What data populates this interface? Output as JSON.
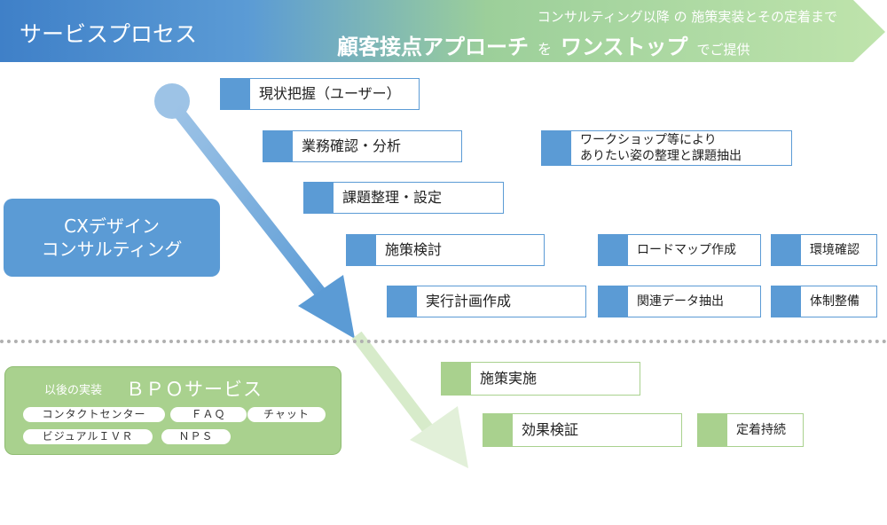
{
  "banner": {
    "title": "サービスプロセス",
    "tagline_line1": "コンサルティング以降 の 施策実装とその定着まで",
    "tagline_big1": "顧客接点アプローチ",
    "tagline_mid": "を",
    "tagline_big2": "ワンストップ",
    "tagline_small": "でご提供"
  },
  "consulting": {
    "label_line1": "CXデザイン",
    "label_line2": "コンサルティング",
    "steps": [
      "現状把握（ユーザー）",
      "業務確認・分析",
      "課題整理・設定",
      "施策検討",
      "実行計画作成"
    ],
    "workshop_line1": "ワークショップ等により",
    "workshop_line2": "ありたい姿の整理と課題抽出",
    "deliverables": [
      "ロードマップ作成",
      "環境確認",
      "関連データ抽出",
      "体制整備"
    ]
  },
  "bpo": {
    "prefix": "以後の実装",
    "title": "ＢＰＯサービス",
    "services": [
      "コンタクトセンター",
      "ＦＡＱ",
      "チャット",
      "ビジュアルＩＶＲ",
      "ＮＰＳ"
    ],
    "steps": [
      "施策実施",
      "効果検証",
      "定着持続"
    ]
  },
  "colors": {
    "blue": "#5b9bd5",
    "light_blue": "#9dc3e6",
    "green": "#a9d18e",
    "pale_green": "#e2f0d9"
  }
}
